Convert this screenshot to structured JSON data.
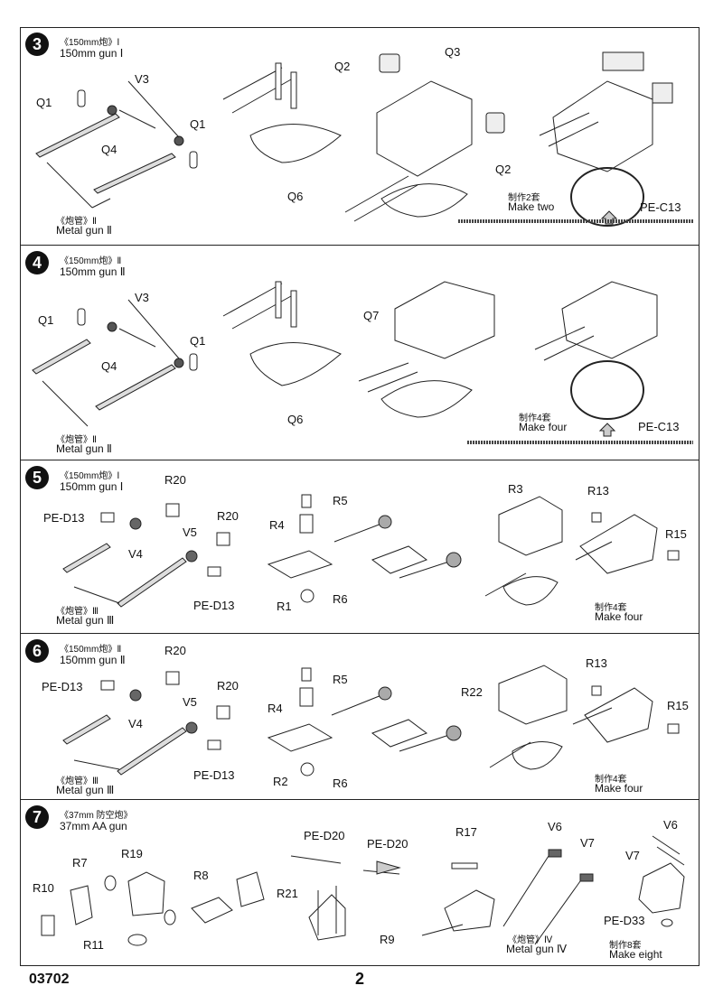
{
  "steps": [
    {
      "number": "3",
      "title_cn": "《150mm炮》Ⅰ",
      "title_en": "150mm gun Ⅰ",
      "labels": {
        "q1a": "Q1",
        "v3": "V3",
        "q1b": "Q1",
        "q4": "Q4",
        "q6": "Q6",
        "q2a": "Q2",
        "q3": "Q3",
        "q2b": "Q2",
        "pe": "PE-C13"
      },
      "sub_cn": "《炮管》Ⅱ",
      "sub_en": "Metal gun Ⅱ",
      "make_cn": "制作2套",
      "make_en": "Make two"
    },
    {
      "number": "4",
      "title_cn": "《150mm炮》Ⅱ",
      "title_en": "150mm gun Ⅱ",
      "labels": {
        "q1a": "Q1",
        "v3": "V3",
        "q1b": "Q1",
        "q4": "Q4",
        "q6": "Q6",
        "q7": "Q7",
        "pe": "PE-C13"
      },
      "sub_cn": "《炮管》Ⅱ",
      "sub_en": "Metal gun Ⅱ",
      "make_cn": "制作4套",
      "make_en": "Make four"
    },
    {
      "number": "5",
      "title_cn": "《150mm炮》Ⅰ",
      "title_en": "150mm gun Ⅰ",
      "labels": {
        "ped13a": "PE-D13",
        "r20a": "R20",
        "v4": "V4",
        "r20b": "R20",
        "v5": "V5",
        "ped13b": "PE-D13",
        "r5": "R5",
        "r4": "R4",
        "r1": "R1",
        "r6": "R6",
        "r3": "R3",
        "r13": "R13",
        "r15": "R15"
      },
      "sub_cn": "《炮管》Ⅲ",
      "sub_en": "Metal gun Ⅲ",
      "make_cn": "制作4套",
      "make_en": "Make four"
    },
    {
      "number": "6",
      "title_cn": "《150mm炮》Ⅱ",
      "title_en": "150mm gun Ⅱ",
      "labels": {
        "ped13a": "PE-D13",
        "r20a": "R20",
        "v4": "V4",
        "r20b": "R20",
        "v5": "V5",
        "ped13b": "PE-D13",
        "r5": "R5",
        "r4": "R4",
        "r2": "R2",
        "r6": "R6",
        "r22": "R22",
        "r13": "R13",
        "r15": "R15"
      },
      "sub_cn": "《炮管》Ⅲ",
      "sub_en": "Metal gun Ⅲ",
      "make_cn": "制作4套",
      "make_en": "Make four"
    },
    {
      "number": "7",
      "title_cn": "《37mm 防空炮》",
      "title_en": "37mm AA gun",
      "labels": {
        "r10": "R10",
        "r7": "R7",
        "r19": "R19",
        "r11": "R11",
        "r8": "R8",
        "ped20a": "PE-D20",
        "ped20b": "PE-D20",
        "r21": "R21",
        "r17": "R17",
        "r9": "R9",
        "v6a": "V6",
        "v7a": "V7",
        "v6b": "V6",
        "v7b": "V7",
        "ped33": "PE-D33"
      },
      "sub_cn": "《炮管》Ⅳ",
      "sub_en": "Metal gun Ⅳ",
      "make_cn": "制作8套",
      "make_en": "Make eight"
    }
  ],
  "footer": {
    "code": "03702",
    "page": "2"
  }
}
